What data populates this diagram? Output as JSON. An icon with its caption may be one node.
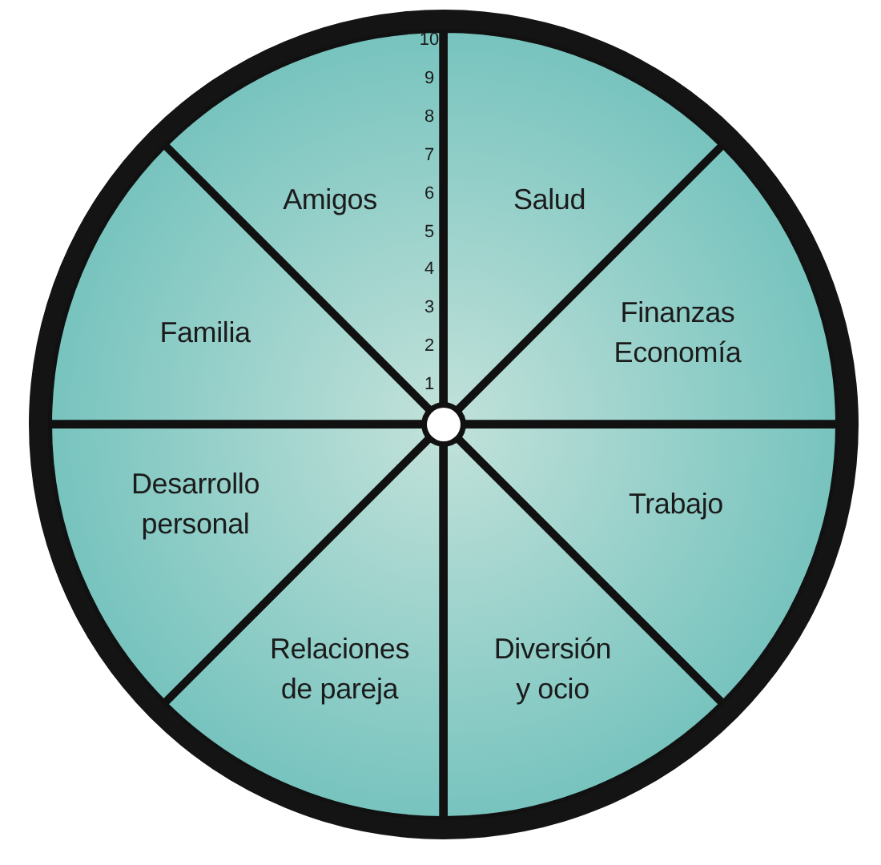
{
  "diagram": {
    "nodes": [
      {
        "text": [
          "Amigos"
        ]
      },
      {
        "text": [
          "Salud"
        ]
      },
      {
        "text": [
          "Familia"
        ]
      },
      {
        "text": [
          "Finanzas Economía"
        ]
      },
      {
        "text": [
          "Desarrollo personal"
        ]
      },
      {
        "text": [
          "Trabajo"
        ]
      },
      {
        "text": [
          "Relaciones de pareja"
        ]
      },
      {
        "text": [
          "Diversión y ocio"
        ]
      }
    ],
    "labels": [
      "10",
      "9",
      "8",
      "7",
      "6",
      "5",
      "4",
      "3",
      "2",
      "1"
    ]
  }
}
